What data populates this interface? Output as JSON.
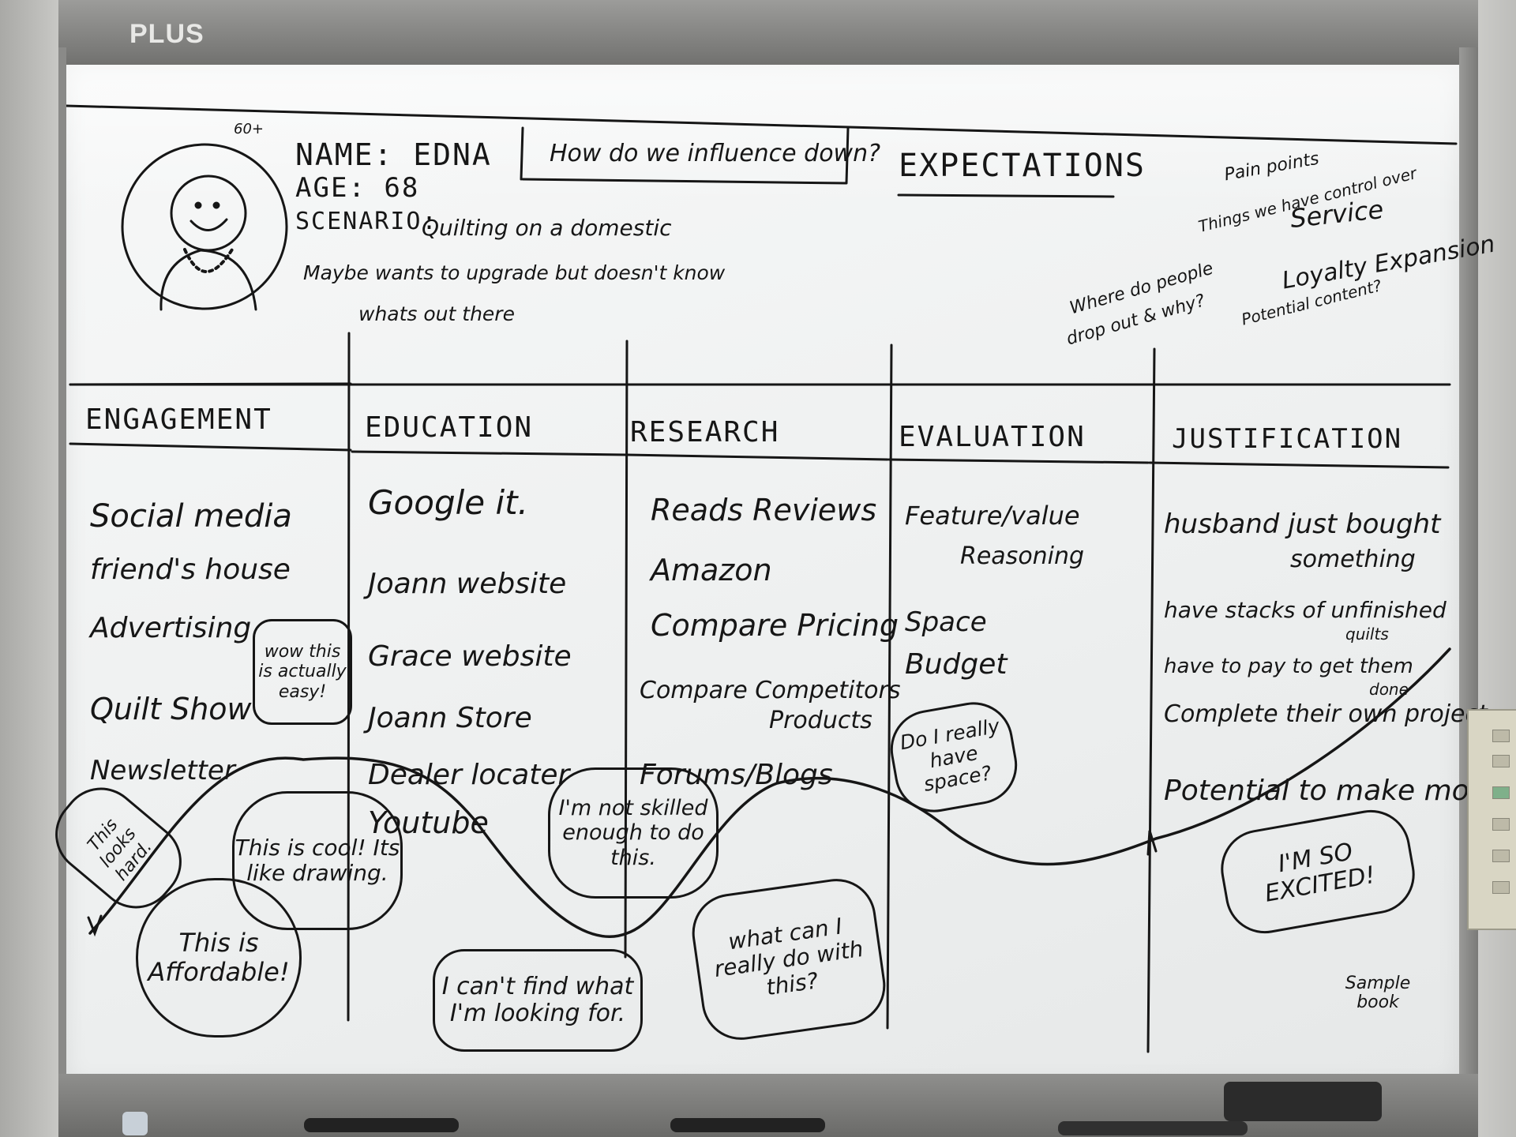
{
  "brand": "PLUS",
  "persona": {
    "note": "60+",
    "name": "NAME: EDNA",
    "age": "AGE: 68",
    "scenario_label": "SCENARIO:",
    "scenario": "Quilting on a domestic",
    "scenario_line2": "Maybe wants to upgrade but doesn't know",
    "scenario_line3": "whats out there"
  },
  "question": "How do we influence down?",
  "expectations": {
    "title": "EXPECTATIONS",
    "notes": [
      "Pain points",
      "Things we have control over",
      "Service",
      "Loyalty Expansion",
      "Potential content?",
      "Where do people",
      "drop out & why?"
    ]
  },
  "stages": [
    {
      "title": "ENGAGEMENT",
      "items": [
        "Social media",
        "friend's house",
        "Advertising",
        "Quilt Show",
        "Newsletter"
      ]
    },
    {
      "title": "EDUCATION",
      "items": [
        "Google it.",
        "Joann website",
        "Grace website",
        "Joann Store",
        "Dealer locater",
        "Youtube"
      ]
    },
    {
      "title": "RESEARCH",
      "items": [
        "Reads Reviews",
        "Amazon",
        "Compare Pricing",
        "Compare Competitors",
        "Products",
        "Forums/Blogs"
      ]
    },
    {
      "title": "EVALUATION",
      "items": [
        "Feature/value",
        "Reasoning",
        "Space",
        "Budget"
      ]
    },
    {
      "title": "JUSTIFICATION",
      "items": [
        "husband just bought",
        "something",
        "have stacks of unfinished",
        "quilts",
        "have to pay to get them",
        "done",
        "Complete their own project",
        "Potential to make money"
      ]
    }
  ],
  "bubbles": {
    "wow": "wow this is actually easy!",
    "hard": "This looks hard.",
    "cool": "This is cool! Its like drawing.",
    "affordable": "This is Affordable!",
    "cant_find": "I can't find what I'm looking for.",
    "not_skilled": "I'm not skilled enough to do this.",
    "what_can": "what can I really do with this?",
    "space": "Do I really have space?",
    "excited": "I'M SO EXCITED!"
  },
  "sample_note": "Sample book"
}
